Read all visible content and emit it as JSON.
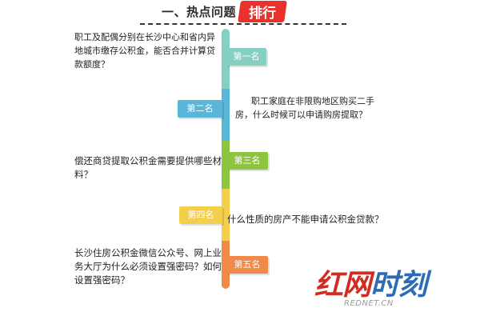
{
  "header": {
    "title": "一、热点问题",
    "badge": "排行"
  },
  "colors": {
    "teal": "#84d0c3",
    "blue": "#5ab6d8",
    "green": "#8cc63e",
    "yellow": "#f4d04a",
    "orange": "#f08a4b",
    "badge_red": "#e8322d"
  },
  "ranking": [
    {
      "tag": "第一名",
      "question": "职工及配偶分别在长沙中心和省内异地城市缴存公积金，能否合并计算贷款额度？"
    },
    {
      "tag": "第二名",
      "question": "职工家庭在非限购地区购买二手房，什么时候可以申请购房提取？"
    },
    {
      "tag": "第三名",
      "question": "偿还商贷提取公积金需要提供哪些材料？"
    },
    {
      "tag": "第四名",
      "question": "什么性质的房产不能申请公积金贷款？"
    },
    {
      "tag": "第五名",
      "question": "长沙住房公积金微信公众号、网上业务大厅为什么必须设置强密码？如何设置强密码？"
    }
  ],
  "watermark": {
    "main_red": "红网",
    "main_blue": "时刻",
    "sub": "REDNET.CN"
  }
}
